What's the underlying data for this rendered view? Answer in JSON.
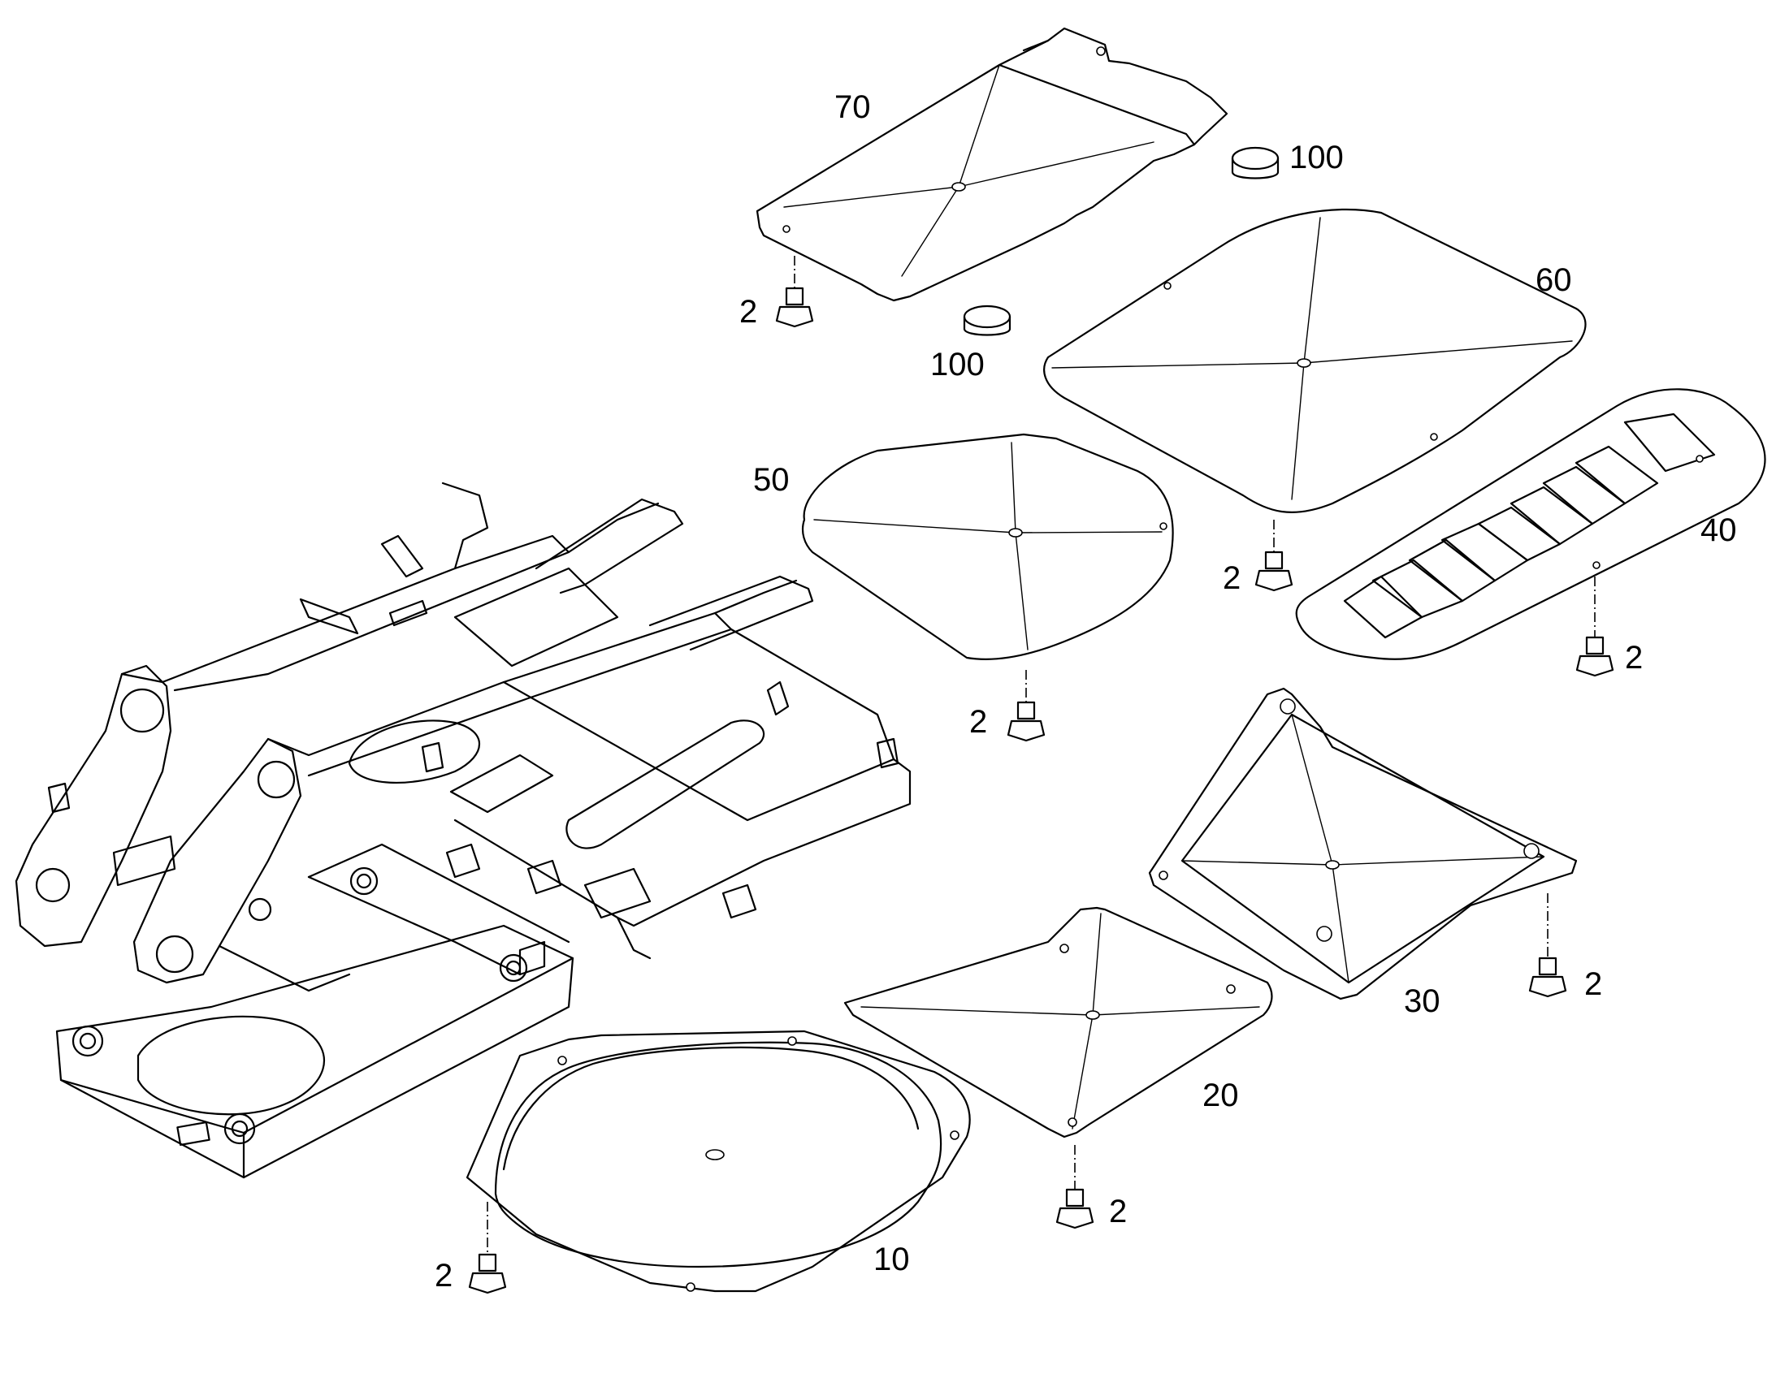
{
  "diagram": {
    "callouts": {
      "c70": "70",
      "c100a": "100",
      "c100b": "100",
      "c60": "60",
      "c50": "50",
      "c40": "40",
      "c30": "30",
      "c20": "20",
      "c10": "10",
      "b70": "2",
      "b60": "2",
      "b50": "2",
      "b40": "2",
      "b30": "2",
      "b20": "2",
      "b10": "2"
    }
  }
}
